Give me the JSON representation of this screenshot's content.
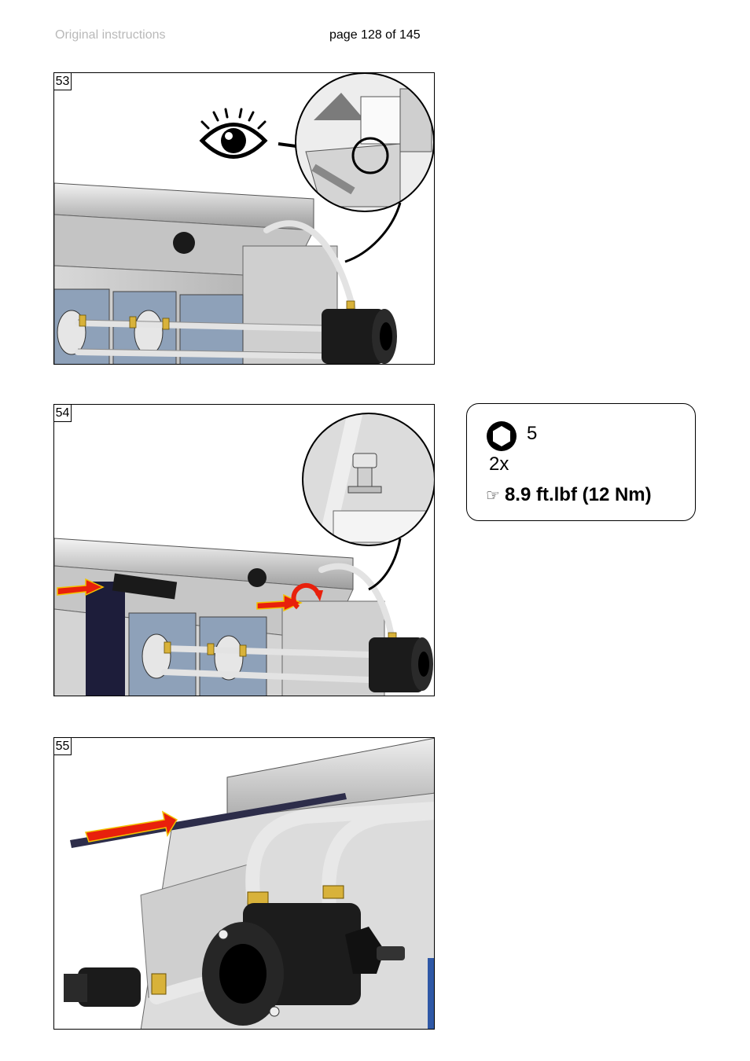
{
  "header": {
    "left": "Original instructions",
    "page": "page 128 of 145"
  },
  "figures": [
    {
      "number": "53"
    },
    {
      "number": "54"
    },
    {
      "number": "55"
    }
  ],
  "spec": {
    "icon": "hex-key-icon",
    "size": "5",
    "quantity": "2x",
    "torque_icon": "pointing-hand-icon",
    "torque_symbol": "☞",
    "torque": "8.9 ft.lbf (12 Nm)"
  },
  "colors": {
    "arrow": "#e8200c",
    "arrow_outline": "#f2c200",
    "header_gray": "#b9b9b9"
  }
}
